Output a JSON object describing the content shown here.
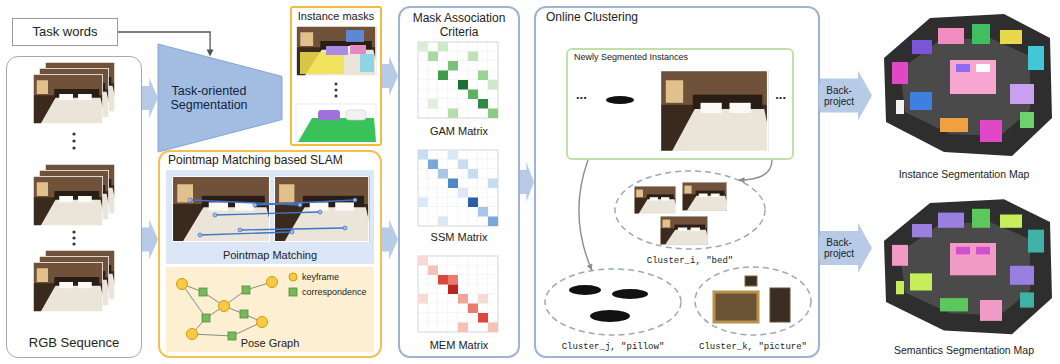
{
  "diagram": {
    "nodes": [
      {
        "text": [
          "Task words"
        ]
      },
      {
        "text": [
          "RGB Sequence"
        ]
      },
      {
        "text": [
          "Task-oriented Segmentation"
        ]
      },
      {
        "text": [
          "Instance masks"
        ]
      },
      {
        "text": [
          "Pointmap Matching based SLAM"
        ]
      },
      {
        "text": [
          "Pointmap Matching"
        ],
        "in": 4
      },
      {
        "text": [
          "Pose Graph"
        ],
        "in": 4
      },
      {
        "text": [
          "Mask Association Criteria"
        ]
      },
      {
        "text": [
          "GAM Matrix"
        ],
        "in": 7
      },
      {
        "text": [
          "SSM Matrix"
        ],
        "in": 7
      },
      {
        "text": [
          "MEM Matrix"
        ],
        "in": 7
      },
      {
        "text": [
          "Online Clustering"
        ]
      },
      {
        "text": [
          "Newly Segmented Instances",
          "...",
          "..."
        ],
        "in": 11
      },
      {
        "text": [
          "Cluster_i, \"bed\""
        ],
        "in": 11
      },
      {
        "text": [
          "Cluster_j, \"pillow\""
        ],
        "in": 11
      },
      {
        "text": [
          "Cluster_k, \"picture\""
        ],
        "in": 11
      },
      {
        "text": [
          "Instance Segmentation Map"
        ]
      },
      {
        "text": [
          "Semantics Segmentation Map"
        ]
      }
    ],
    "edges": [
      {
        "from": 0,
        "to": 2,
        "arrow": "to"
      },
      {
        "from": 1,
        "to": 2,
        "arrow": "to"
      },
      {
        "from": 1,
        "to": 4,
        "arrow": "to"
      },
      {
        "from": 3,
        "to": 7,
        "arrow": "to"
      },
      {
        "from": 4,
        "to": 7,
        "arrow": "to"
      },
      {
        "from": 7,
        "to": 11,
        "arrow": "to"
      },
      {
        "from": 12,
        "to": 13,
        "arrow": "to"
      },
      {
        "from": 12,
        "to": 14,
        "arrow": "to"
      },
      {
        "from": 11,
        "to": 16,
        "label": "Back-project",
        "arrow": "to"
      },
      {
        "from": 11,
        "to": 17,
        "label": "Back-project",
        "arrow": "to"
      }
    ],
    "legend": [
      {
        "text": "keyframe"
      },
      {
        "text": "correspondence"
      }
    ]
  }
}
